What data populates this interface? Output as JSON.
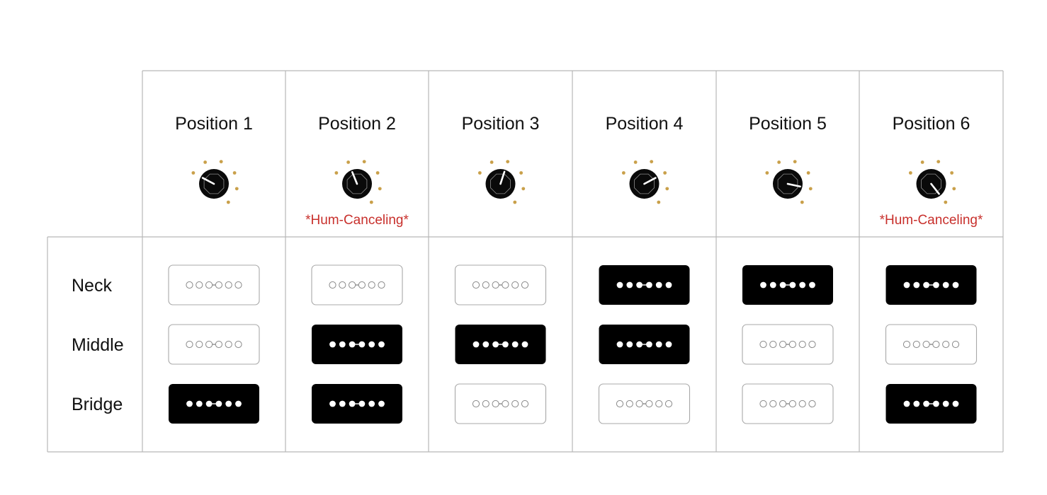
{
  "colors": {
    "grid_line": "#b8b8b8",
    "knob_body": "#0a0a0a",
    "knob_dot": "#c9a04a",
    "pickup_active": "#000000",
    "pickup_inactive_border": "#a8a8a8",
    "hum_text": "#c8302c",
    "text": "#111111"
  },
  "rows": [
    {
      "label": "Neck"
    },
    {
      "label": "Middle"
    },
    {
      "label": "Bridge"
    }
  ],
  "positions": [
    {
      "title": "Position 1",
      "knob_step": 6,
      "note": "",
      "pickups": [
        false,
        false,
        true
      ]
    },
    {
      "title": "Position 2",
      "knob_step": 5,
      "note": "*Hum-Canceling*",
      "pickups": [
        false,
        true,
        true
      ]
    },
    {
      "title": "Position 3",
      "knob_step": 4,
      "note": "",
      "pickups": [
        false,
        true,
        false
      ]
    },
    {
      "title": "Position 4",
      "knob_step": 3,
      "note": "",
      "pickups": [
        true,
        true,
        false
      ]
    },
    {
      "title": "Position 5",
      "knob_step": 2,
      "note": "",
      "pickups": [
        true,
        false,
        false
      ]
    },
    {
      "title": "Position 6",
      "knob_step": 1,
      "note": "*Hum-Canceling*",
      "pickups": [
        true,
        false,
        true
      ]
    }
  ]
}
